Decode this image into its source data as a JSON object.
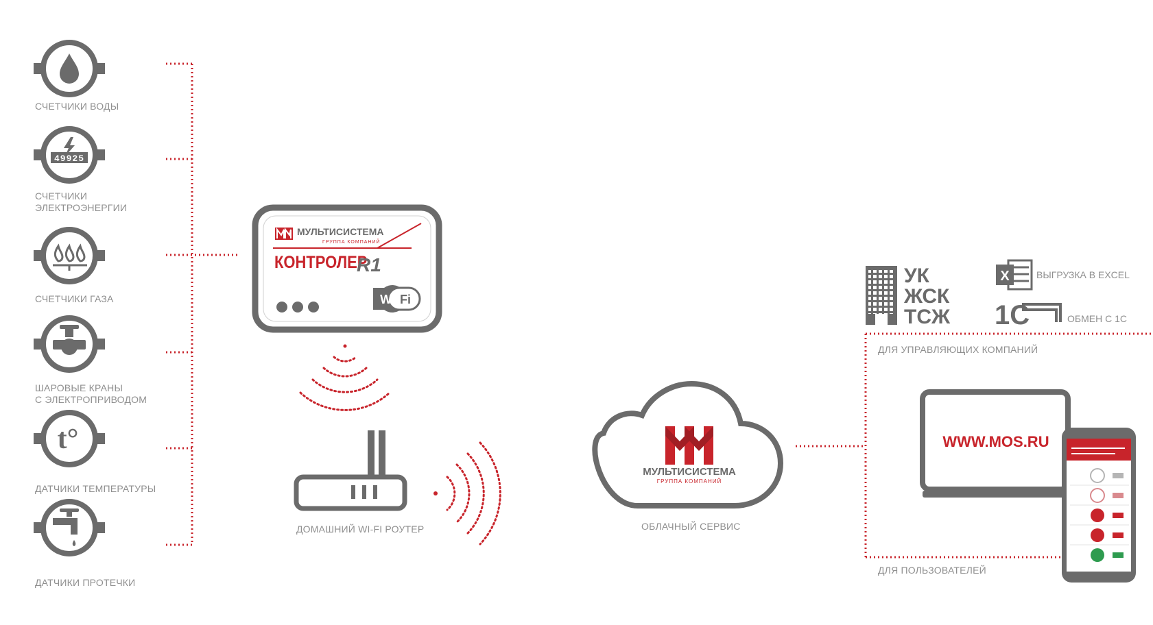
{
  "colors": {
    "accent_red": "#c8242b",
    "icon_gray": "#6b6b6b",
    "label_gray": "#8f8f8f",
    "dotted_red": "#c8242b",
    "screen_green": "#2e9b4f"
  },
  "sensors": [
    {
      "id": "water",
      "icon": "water-drop-icon",
      "label_lines": [
        "СЧЕТЧИКИ ВОДЫ"
      ]
    },
    {
      "id": "power",
      "icon": "electric-meter-icon",
      "label_lines": [
        "СЧЕТЧИКИ",
        "ЭЛЕКТРОЭНЕРГИИ"
      ],
      "meter_digits": "49925"
    },
    {
      "id": "gas",
      "icon": "gas-flame-icon",
      "label_lines": [
        "СЧЕТЧИКИ ГАЗА"
      ]
    },
    {
      "id": "valve",
      "icon": "ball-valve-icon",
      "label_lines": [
        "ШАРОВЫЕ КРАНЫ",
        "С ЭЛЕКТРОПРИВОДОМ"
      ]
    },
    {
      "id": "temp",
      "icon": "temperature-icon",
      "label_lines": [
        "ДАТЧИКИ ТЕМПЕРАТУРЫ"
      ],
      "glyph": "t°"
    },
    {
      "id": "leak",
      "icon": "water-tap-icon",
      "label_lines": [
        "ДАТЧИКИ ПРОТЕЧКИ"
      ]
    }
  ],
  "controller": {
    "brand": "МУЛЬТИСИСТЕМА",
    "brand_sub": "ГРУППА КОМПАНИЙ",
    "title": "КОНТРОЛЕР",
    "model": "R1",
    "wifi_badge_left": "Wi",
    "wifi_badge_right": "Fi"
  },
  "router": {
    "label": "ДОМАШНИЙ WI-FI РОУТЕР"
  },
  "cloud": {
    "brand": "МУЛЬТИСИСТЕМА",
    "brand_sub": "ГРУППА КОМПАНИЙ",
    "label": "ОБЛАЧНЫЙ СЕРВИС"
  },
  "companies": {
    "org_lines": [
      "УК",
      "ЖСК",
      "ТСЖ"
    ],
    "excel_icon_letter": "X",
    "excel_label": "ВЫГРУЗКА В EXCEL",
    "onec_logo": "1С",
    "onec_label": "ОБМЕН С 1С",
    "section_label": "ДЛЯ УПРАВЛЯЮЩИХ КОМПАНИЙ"
  },
  "users": {
    "laptop_url": "WWW.MOS.RU",
    "section_label": "ДЛЯ ПОЛЬЗОВАТЕЛЕЙ"
  }
}
